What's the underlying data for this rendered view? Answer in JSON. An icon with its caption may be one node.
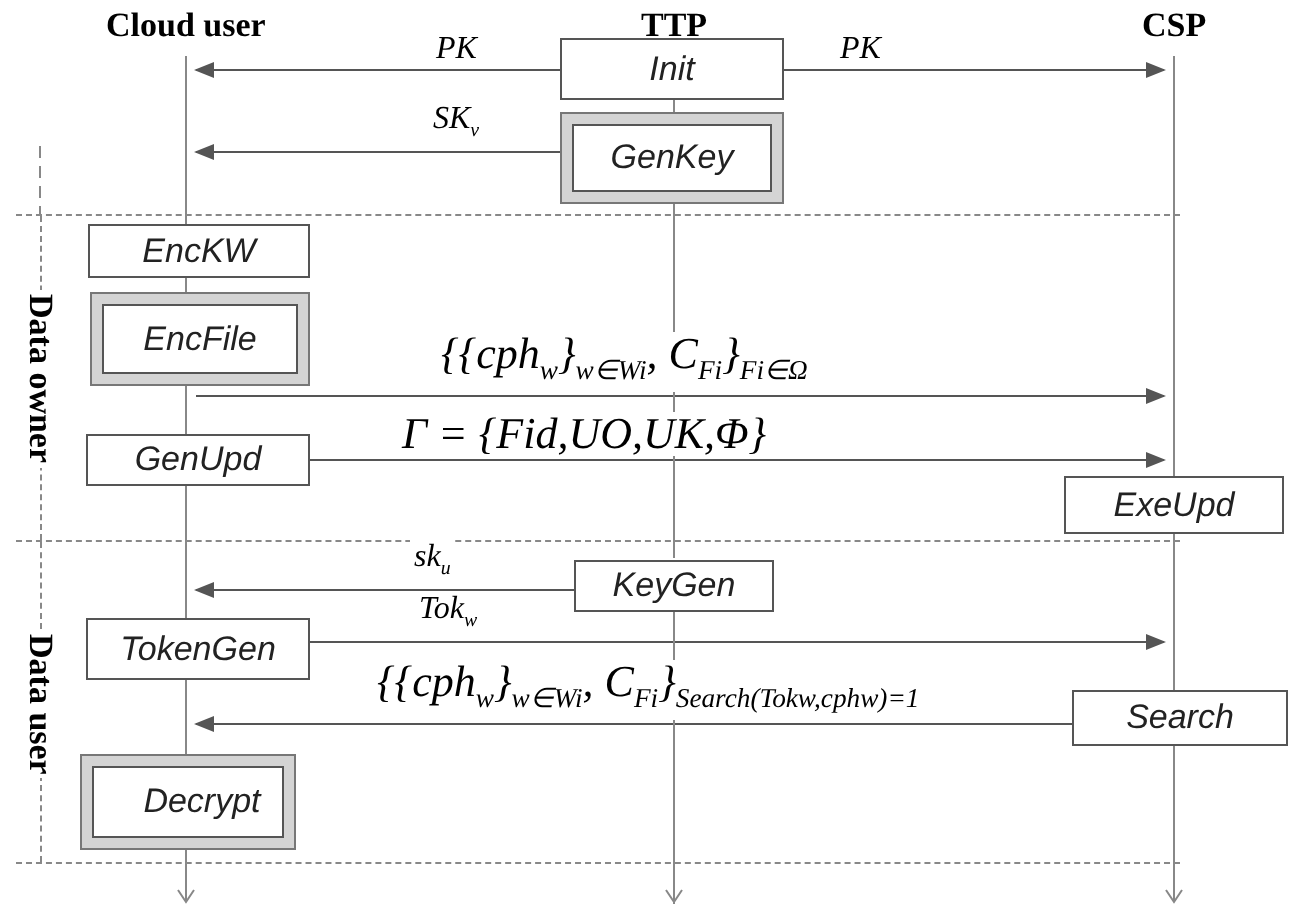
{
  "diagram": {
    "nodes": [
      {
        "text": [],
        "shape": "line"
      },
      {
        "text": [],
        "shape": "line"
      },
      {
        "text": [
          "Init"
        ]
      },
      {
        "text": [
          "GenKey"
        ]
      },
      {
        "text": [
          "Data owner"
        ]
      },
      {
        "text": [
          "EncKW"
        ],
        "in": 4
      },
      {
        "text": [
          "EncFile"
        ],
        "in": 4
      },
      {
        "text": [
          "GenUpd"
        ],
        "in": 4
      },
      {
        "text": [
          "ExeUpd"
        ]
      },
      {
        "text": [
          "Data user"
        ]
      },
      {
        "text": [
          "KeyGen"
        ],
        "in": 9
      },
      {
        "text": [
          "TokenGen"
        ],
        "in": 9
      },
      {
        "text": [
          "Search"
        ]
      },
      {
        "text": [
          "Decrypt"
        ],
        "in": 9
      }
    ],
    "edges": [
      {
        "from": 2,
        "to": 0,
        "arrow": "to",
        "label": "PK"
      },
      {
        "from": 2,
        "to": 1,
        "arrow": "to",
        "label": "PK"
      },
      {
        "from": 3,
        "to": 0,
        "arrow": "to",
        "label": "SK$_{v}$"
      },
      {
        "from": 0,
        "to": 1,
        "arrow": "to",
        "label": "{{cph$_{w}$}$_{w∈Wi}$, C$_{Fi}$}$_{Fi∈Ω}$"
      },
      {
        "from": 7,
        "to": 1,
        "arrow": "to",
        "label": "Γ = {Fid,UO,UK,Φ}"
      },
      {
        "from": 10,
        "to": 0,
        "arrow": "to",
        "label": "sk$_{u}$"
      },
      {
        "from": 11,
        "to": 1,
        "arrow": "to",
        "label": "Tok$_{w}$"
      },
      {
        "from": 12,
        "to": 0,
        "arrow": "to",
        "label": "{{cph$_{w}$}$_{w∈Wi}$, C$_{Fi}$}$_{Search(Tokw,cphw)=1}$"
      }
    ],
    "labels": [
      "Cloud user",
      "TTP",
      "CSP"
    ]
  }
}
